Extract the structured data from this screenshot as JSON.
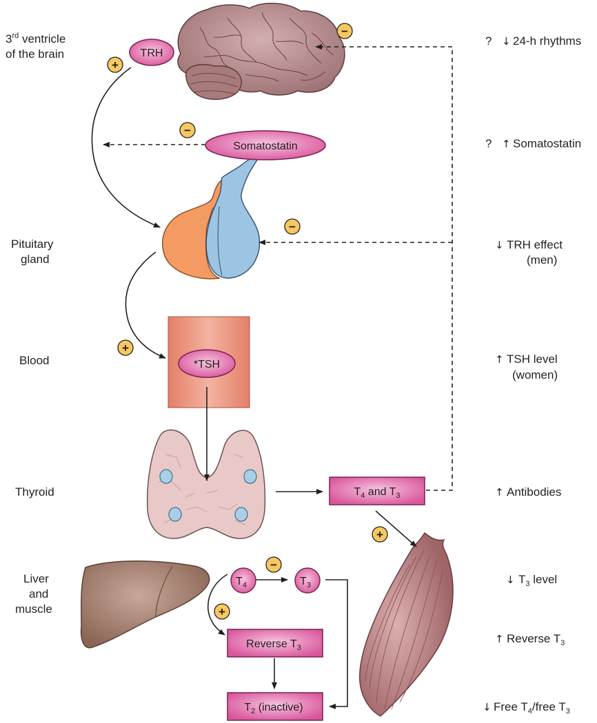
{
  "colors": {
    "node_fill": "#e37fb5",
    "node_stroke": "#7a1f52",
    "sign_fill": "#f6c85f",
    "brain": "#b88b8d",
    "blood": "#e8967e",
    "thyroid": "#e9c9c8",
    "liver": "#9b7766",
    "muscle": "#b77f82",
    "pituitary_anterior": "#f39b62",
    "pituitary_posterior": "#9ec4e3"
  },
  "left_labels": {
    "ventricle_prefix": "3",
    "ventricle_sup": "rd",
    "ventricle_line1_rest": " ventricle",
    "ventricle_line2": "of the brain",
    "pituitary_line1": "Pituitary",
    "pituitary_line2": "gland",
    "blood": "Blood",
    "thyroid": "Thyroid",
    "liver_line1": "Liver",
    "liver_line2": "and",
    "liver_line3": "muscle"
  },
  "nodes": {
    "trh": "TRH",
    "somatostatin": "Somatostatin",
    "tsh": "*TSH",
    "t4_and_t3_a": "T",
    "t4_and_t3_sub1": "4",
    "t4_and_t3_b": " and T",
    "t4_and_t3_sub2": "3",
    "t4_circle": "T",
    "t4_circle_sub": "4",
    "t3_circle": "T",
    "t3_circle_sub": "3",
    "reverse_t3": "Reverse T",
    "reverse_t3_sub": "3",
    "t2_inactive_a": "T",
    "t2_inactive_sub": "2",
    "t2_inactive_b": " (inactive)"
  },
  "signs": {
    "plus": "+",
    "minus": "−"
  },
  "right_effects": {
    "rhythms_q": "?",
    "rhythms_arrow": "↓",
    "rhythms_text": "24-h rhythms",
    "somatostatin_q": "?",
    "somatostatin_arrow": "↑",
    "somatostatin_text": "Somatostatin",
    "trh_arrow": "↓",
    "trh_line1": "TRH effect",
    "trh_line2": "(men)",
    "tsh_arrow": "↑",
    "tsh_line1": "TSH level",
    "tsh_line2": "(women)",
    "antibodies_arrow": "↑",
    "antibodies_text": "Antibodies",
    "t3_arrow": "↓",
    "t3_text_a": "T",
    "t3_text_sub": "3",
    "t3_text_b": " level",
    "reverse_arrow": "↑",
    "reverse_text": "Reverse T",
    "reverse_sub": "3",
    "free_arrow": "↓",
    "free_a": "Free T",
    "free_sub1": "4",
    "free_b": "/free T",
    "free_sub2": "3"
  }
}
